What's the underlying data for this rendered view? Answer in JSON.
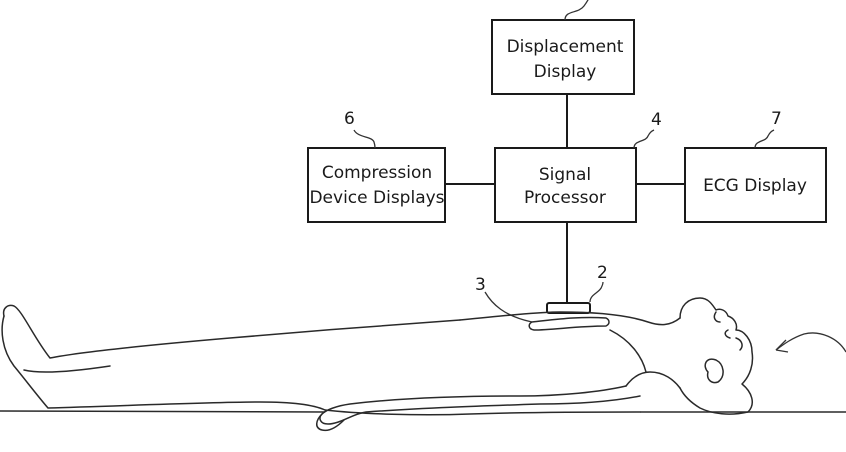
{
  "blocks": {
    "displacement": {
      "lines": [
        "Displacement",
        "Display"
      ]
    },
    "signal": {
      "lines": [
        "Signal",
        "Processor"
      ]
    },
    "compression": {
      "lines": [
        "Compression",
        "Device Displays"
      ]
    },
    "ecg": {
      "lines": [
        "ECG Display"
      ]
    }
  },
  "refs": {
    "signal": "4",
    "compression": "6",
    "ecg": "7",
    "sensor": "2",
    "strip": "3"
  },
  "colors": {
    "line": "#1a1a1a",
    "background": "#ffffff"
  }
}
